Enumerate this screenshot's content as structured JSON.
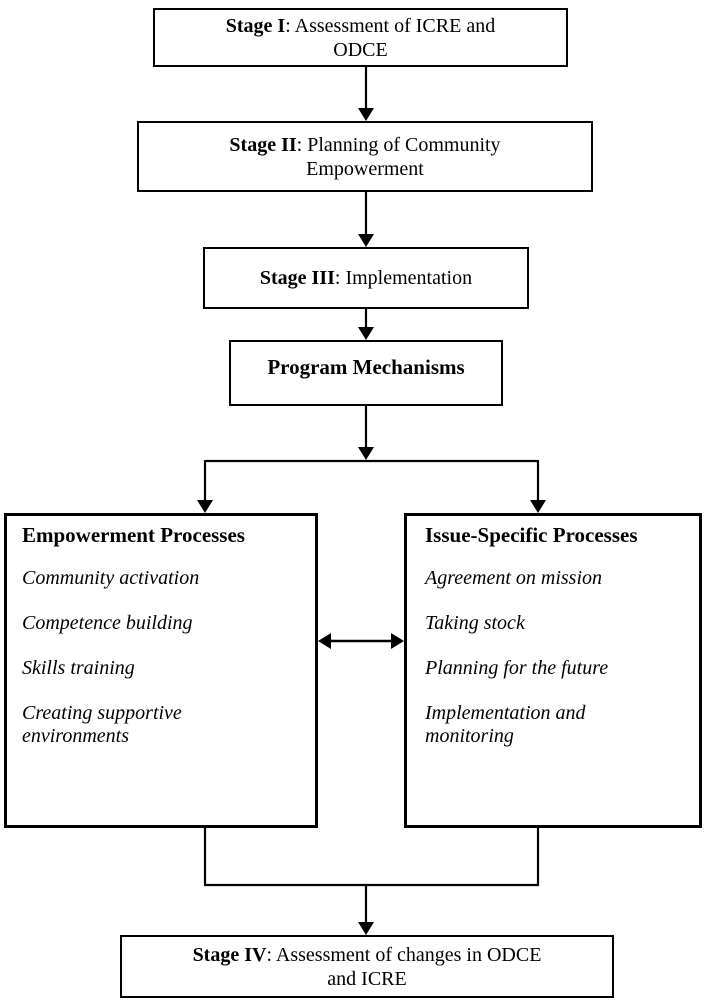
{
  "diagram": {
    "title": "Community empowerment program stages flowchart",
    "colors": {
      "line": "#000000",
      "background": "#ffffff",
      "text": "#000000"
    },
    "stages": [
      {
        "prefix": "Stage I",
        "text": ": Assessment of ICRE and\nODCE"
      },
      {
        "prefix": "Stage II",
        "text": ": Planning of Community\nEmpowerment"
      },
      {
        "prefix": "Stage III",
        "text": ": Implementation"
      }
    ],
    "program_mechanisms": {
      "label": "Program Mechanisms"
    },
    "left_box": {
      "title": "Empowerment Processes",
      "items": [
        "Community activation",
        "Competence building",
        "Skills training",
        "Creating supportive\nenvironments"
      ]
    },
    "right_box": {
      "title": "Issue-Specific Processes",
      "items": [
        "Agreement on mission",
        "Taking stock",
        "Planning for the future",
        "Implementation and\nmonitoring"
      ]
    },
    "stage4": {
      "prefix": "Stage IV",
      "text": ": Assessment of changes in ODCE\nand ICRE"
    }
  }
}
